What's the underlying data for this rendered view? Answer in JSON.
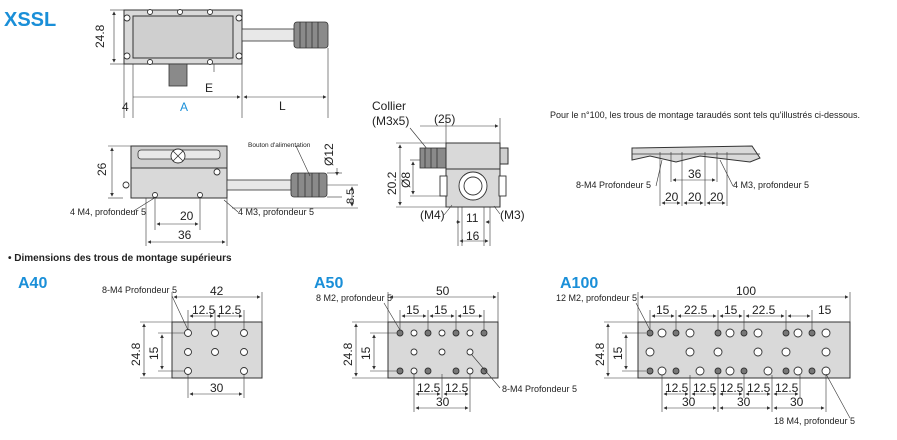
{
  "product_code": "XSSL",
  "top_view": {
    "height_label": "24.8",
    "dim_4": "4",
    "dim_A": "A",
    "dim_E": "E",
    "dim_L": "L"
  },
  "front_view": {
    "height_26": "26",
    "feed_button_label": "Bouton d'alimentation",
    "dia_12": "Ø12",
    "dim_8_5": "8.5",
    "m4_label": "4 M4, profondeur 5",
    "m3_label": "4 M3, profondeur 5",
    "dim_20": "20",
    "dim_36": "36"
  },
  "side_view": {
    "collar_label": "Collier",
    "collar_spec": "(M3x5)",
    "dim_25": "(25)",
    "dim_20_2": "20.2",
    "dia_8": "Ø8",
    "m4": "(M4)",
    "dim_11": "11",
    "m3": "(M3)",
    "dim_16": "16"
  },
  "note_100": {
    "text": "Pour le n°100, les trous de montage taraudés sont tels qu'illustrés ci-dessous.",
    "m4_label": "8-M4 Profondeur 5",
    "m3_label": "4 M3, profondeur 5",
    "dim_36": "36",
    "dims_20": [
      "20",
      "20",
      "20"
    ]
  },
  "section_title": "• Dimensions des trous de montage supérieurs",
  "a40": {
    "title": "A40",
    "hole_label": "8-M4 Profondeur 5",
    "dim_42": "42",
    "dim_12_5a": "12.5",
    "dim_12_5b": "12.5",
    "dim_24_8": "24.8",
    "dim_15": "15",
    "dim_30": "30"
  },
  "a50": {
    "title": "A50",
    "hole_label_top": "8 M2, profondeur 5",
    "dim_50": "50",
    "dims_15": [
      "15",
      "15",
      "15"
    ],
    "dim_24_8": "24.8",
    "dim_15_v": "15",
    "dims_12_5": [
      "12.5",
      "12.5"
    ],
    "dim_30": "30",
    "hole_label_bottom": "8-M4 Profondeur 5"
  },
  "a100": {
    "title": "A100",
    "hole_label_top": "12 M2, profondeur 5",
    "dim_100": "100",
    "dims_top": [
      "15",
      "22.5",
      "15",
      "22.5",
      "15"
    ],
    "dim_24_8": "24.8",
    "dim_15_v": "15",
    "dims_12_5": [
      "12.5",
      "12.5",
      "12.5",
      "12.5",
      "12.5"
    ],
    "dims_30": [
      "30",
      "30",
      "30"
    ],
    "hole_label_bottom": "18 M4, profondeur 5"
  }
}
